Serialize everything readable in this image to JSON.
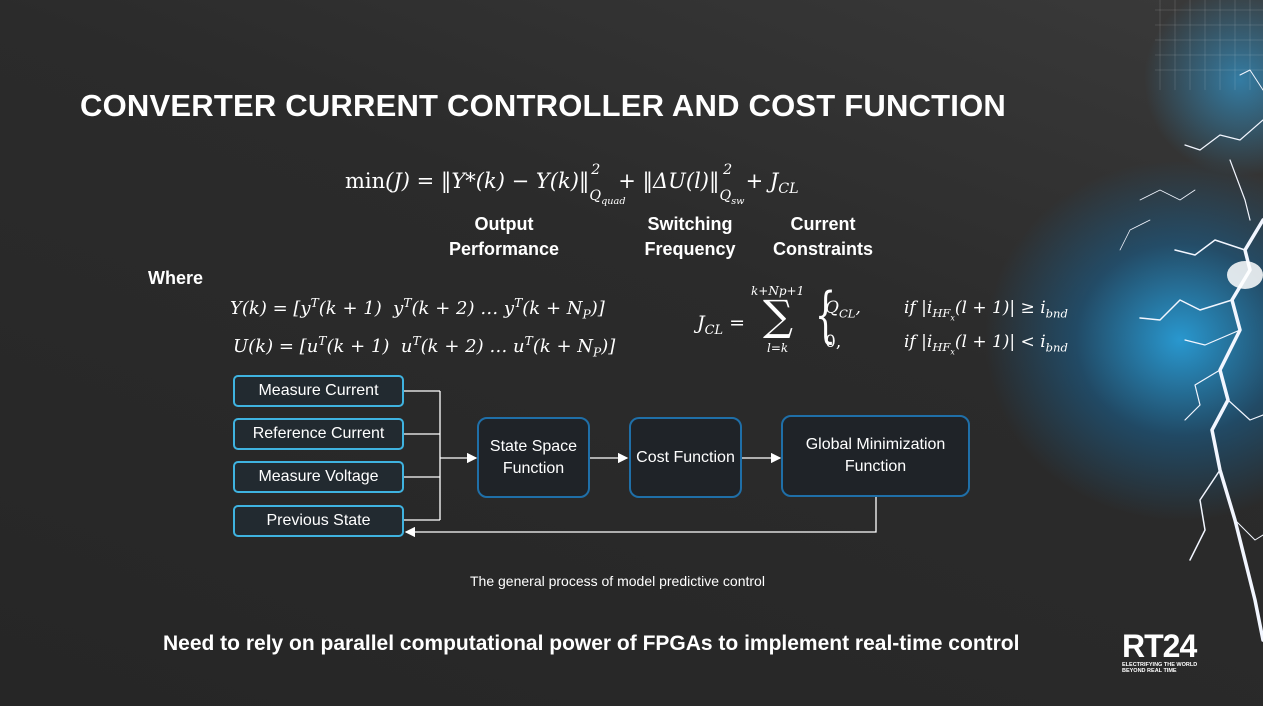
{
  "slide": {
    "title": "CONVERTER CURRENT CONTROLLER AND COST FUNCTION",
    "objective": "min(J) = ‖Y*(k) − Y(k)‖²Qquad + ‖ΔU(l)‖²Qsw + JCL",
    "term_labels": [
      "Output\nPerformance",
      "Switching\nFrequency",
      "Current\nConstraints"
    ],
    "where_label": "Where",
    "eq_Y": "Y(k) = [yT(k + 1)  yT(k + 2) … yT(k + NP)]",
    "eq_U": "U(k) = [uT(k + 1)  uT(k + 2) … uT(k + NP)]",
    "jcl": {
      "lhs": "JCL =",
      "sum_upper": "k+Np+1",
      "sum_lower": "l=k",
      "case1_value": "QCL,",
      "case1_condition": "if |iHFx(l + 1)| ≥ ibnd",
      "case2_value": "0,",
      "case2_condition": "if |iHFx(l + 1)| < ibnd"
    },
    "flow": {
      "inputs": [
        "Measure Current",
        "Reference Current",
        "Measure Voltage",
        "Previous State"
      ],
      "state_space": "State Space Function",
      "cost": "Cost Function",
      "global": "Global Minimization Function"
    },
    "caption": "The general process of model predictive control",
    "bottom_text": "Need to rely on parallel computational power of FPGAs to implement real-time control",
    "logo": {
      "mark": "RT24",
      "tagline": "ELECTRIFYING THE WORLD BEYOND REAL TIME"
    },
    "colors": {
      "background": "#2b2b2b",
      "box_border": "#3fb3e0",
      "box_border_dark": "#1f6fa8",
      "glow": "#28aaeb"
    }
  }
}
